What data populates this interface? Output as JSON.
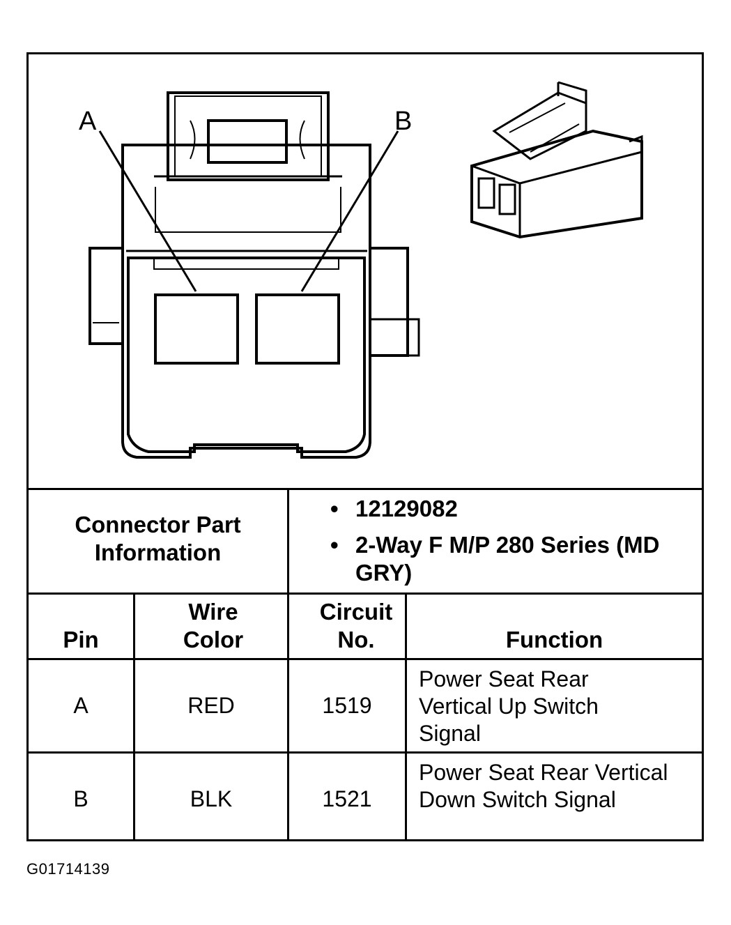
{
  "diagram": {
    "callouts": [
      {
        "id": "A",
        "label": "A"
      },
      {
        "id": "B",
        "label": "B"
      }
    ]
  },
  "connector_info": {
    "label": "Connector Part Information",
    "details": [
      "12129082",
      "2-Way F M/P 280 Series (MD GRY)"
    ]
  },
  "table": {
    "headers": {
      "pin": "Pin",
      "wire_color": "Wire Color",
      "circuit_no": "Circuit No.",
      "function": "Function"
    },
    "rows": [
      {
        "pin": "A",
        "wire_color": "RED",
        "circuit_no": "1519",
        "function": "Power Seat Rear Vertical Up Switch Signal"
      },
      {
        "pin": "B",
        "wire_color": "BLK",
        "circuit_no": "1521",
        "function": "Power Seat Rear Vertical Down Switch Signal"
      }
    ]
  },
  "figure_id": "G01714139"
}
